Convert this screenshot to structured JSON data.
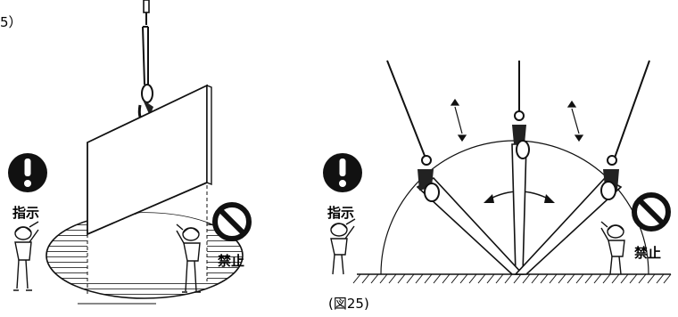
{
  "fragment_text": "5）",
  "left_panel": {
    "instruction_label": "指示",
    "prohibition_label": "禁止"
  },
  "right_panel": {
    "instruction_label": "指示",
    "prohibition_label": "禁止"
  },
  "caption": "(図25)"
}
